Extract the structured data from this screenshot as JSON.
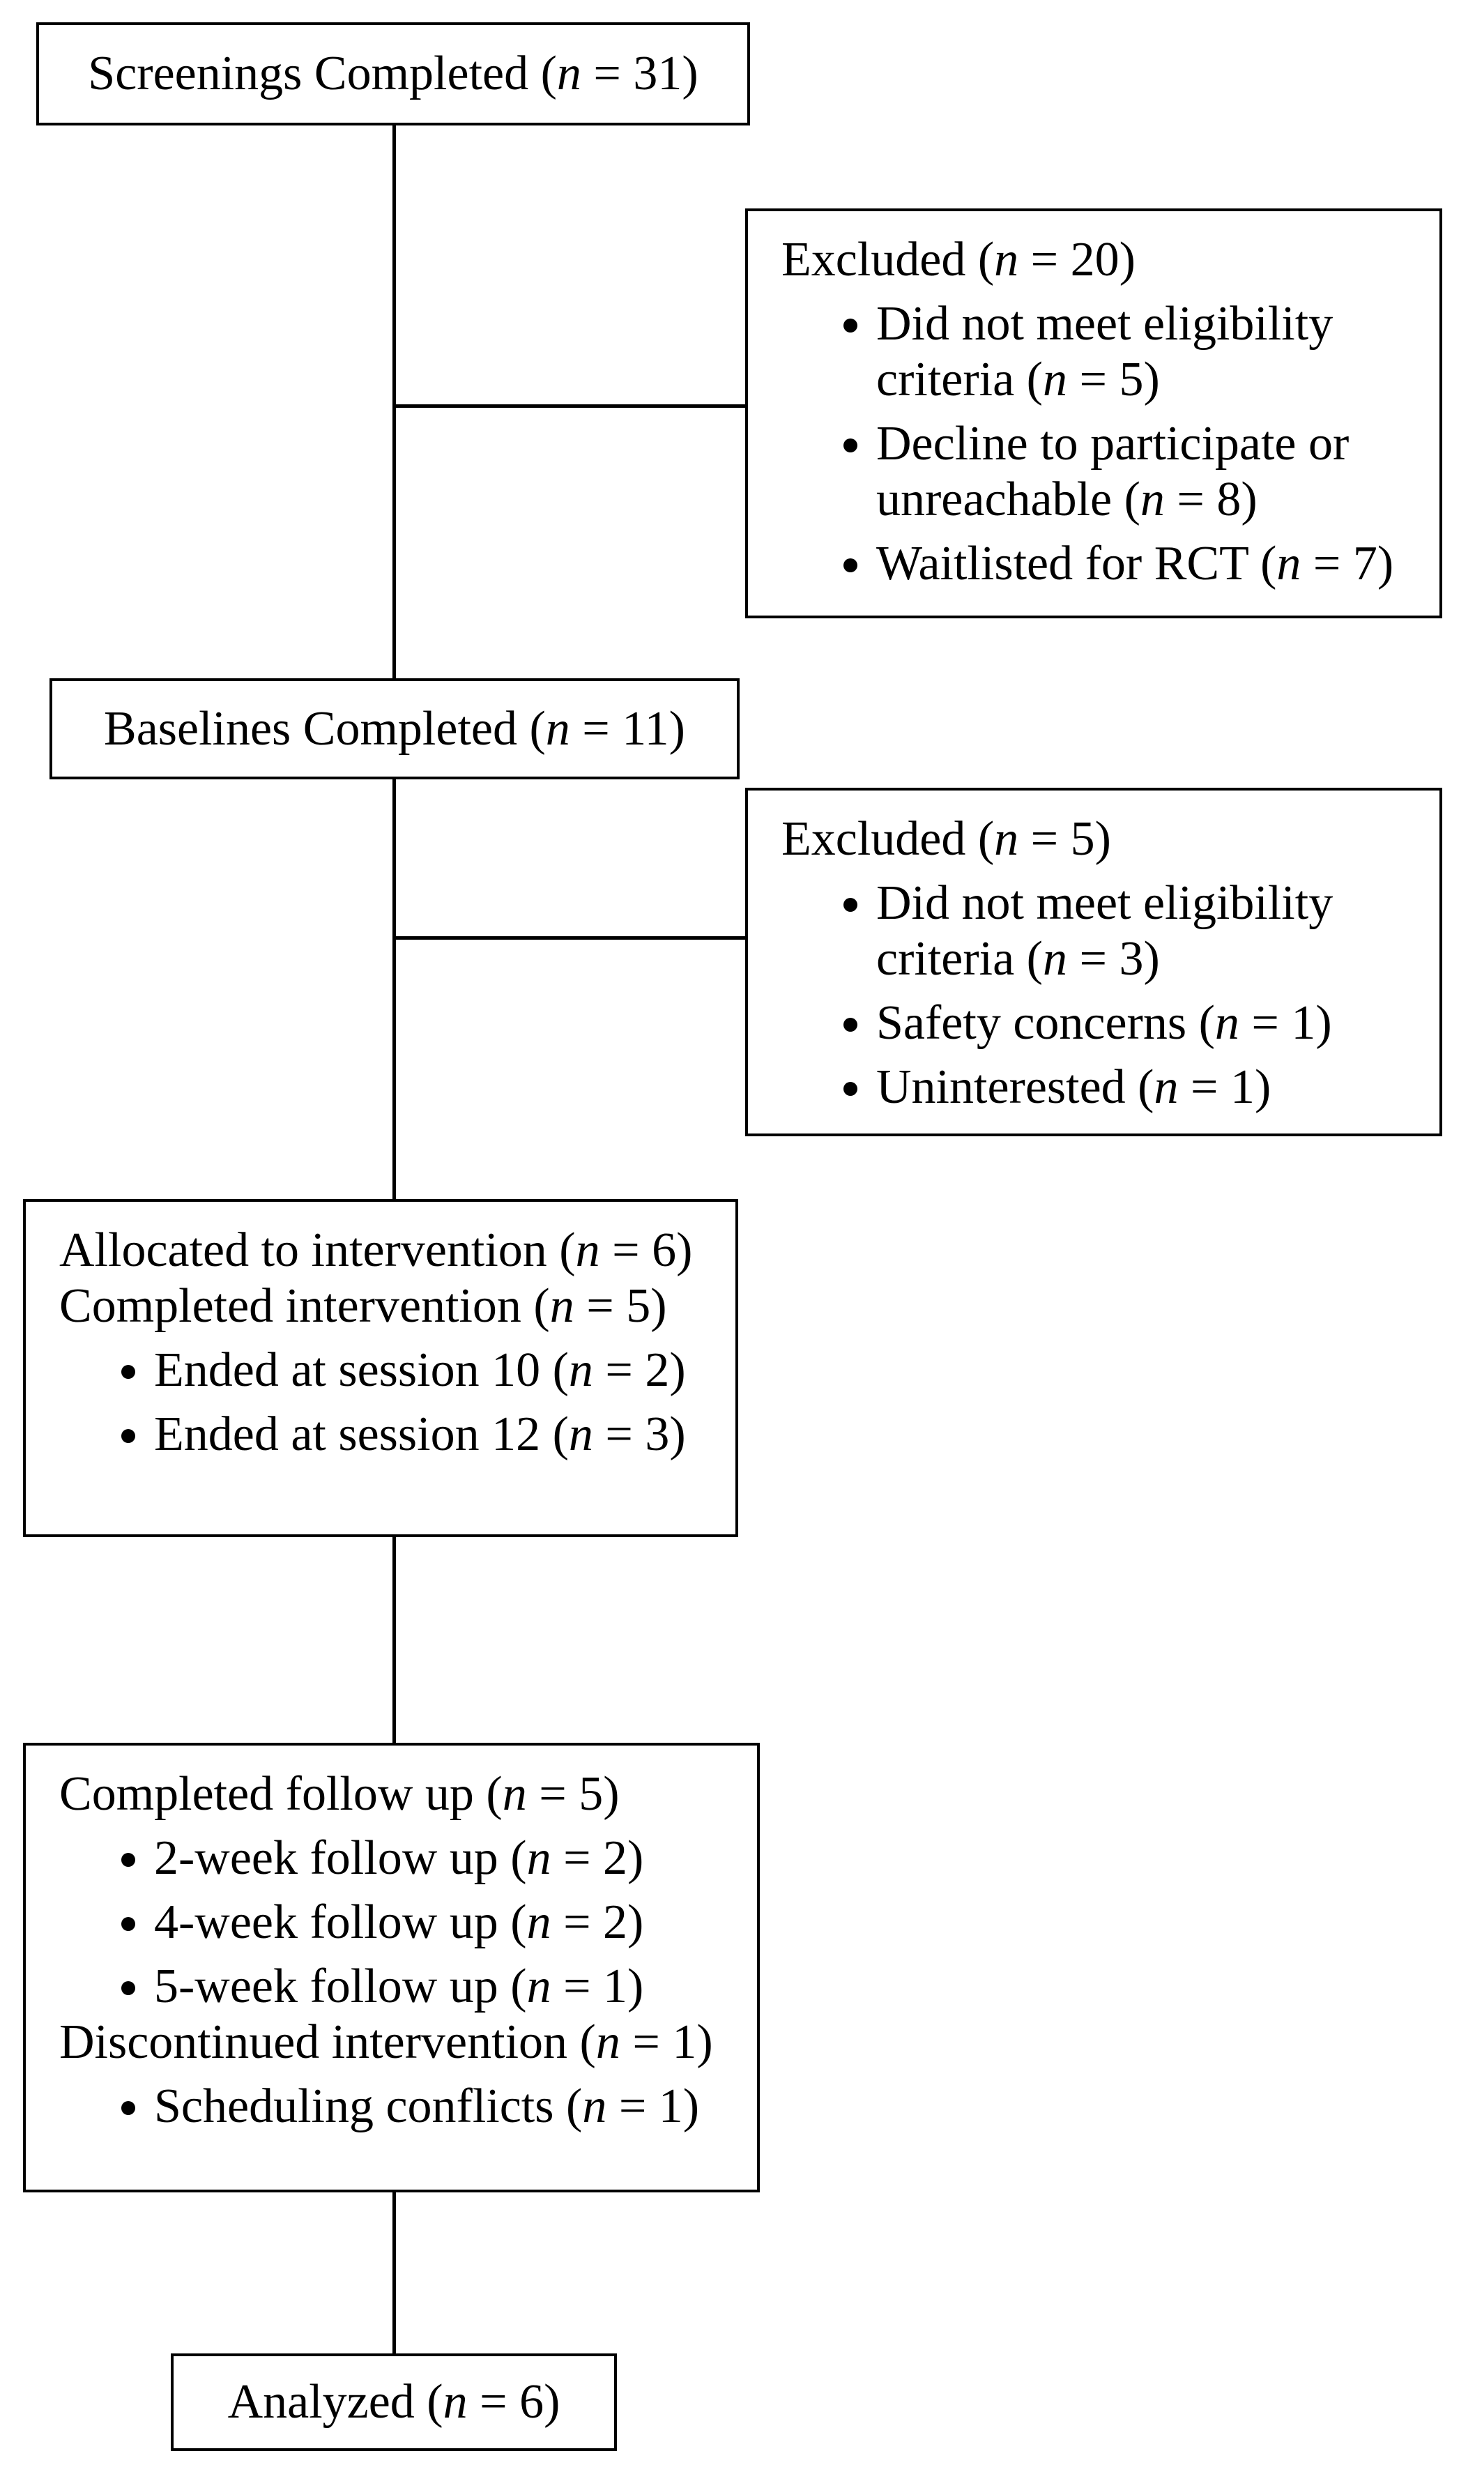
{
  "figure": {
    "type": "participant-flow-diagram",
    "colors": {
      "background": "#ffffff",
      "box_background": "#ffffff",
      "box_border": "#000000",
      "text": "#000000",
      "connector": "#000000"
    },
    "boxes": [
      {
        "id": "screenings-completed",
        "lines": [
          {
            "kind": "heading",
            "text": "Screenings Completed (n = 31)"
          }
        ]
      },
      {
        "id": "excluded-after-screening",
        "lines": [
          {
            "kind": "heading",
            "text": "Excluded (n = 20)"
          },
          {
            "kind": "bullet",
            "text": "Did not meet eligibility criteria (n = 5)"
          },
          {
            "kind": "bullet",
            "text": "Decline to participate or unreachable (n = 8)"
          },
          {
            "kind": "bullet",
            "text": "Waitlisted for RCT (n = 7)"
          }
        ]
      },
      {
        "id": "baselines-completed",
        "lines": [
          {
            "kind": "heading",
            "text": "Baselines Completed (n = 11)"
          }
        ]
      },
      {
        "id": "excluded-after-baseline",
        "lines": [
          {
            "kind": "heading",
            "text": "Excluded (n = 5)"
          },
          {
            "kind": "bullet",
            "text": "Did not meet eligibility criteria (n = 3)"
          },
          {
            "kind": "bullet",
            "text": "Safety concerns (n = 1)"
          },
          {
            "kind": "bullet",
            "text": "Uninterested (n = 1)"
          }
        ]
      },
      {
        "id": "allocation-intervention",
        "lines": [
          {
            "kind": "heading",
            "text": "Allocated to intervention (n = 6)"
          },
          {
            "kind": "heading",
            "text": "Completed intervention (n = 5)"
          },
          {
            "kind": "bullet",
            "text": "Ended at session 10 (n = 2)"
          },
          {
            "kind": "bullet",
            "text": "Ended at session 12 (n = 3)"
          }
        ]
      },
      {
        "id": "follow-up",
        "lines": [
          {
            "kind": "heading",
            "text": "Completed follow up (n = 5)"
          },
          {
            "kind": "bullet",
            "text": "2-week follow up (n = 2)"
          },
          {
            "kind": "bullet",
            "text": "4-week follow up (n = 2)"
          },
          {
            "kind": "bullet",
            "text": "5-week follow up (n = 1)"
          },
          {
            "kind": "heading",
            "text": "Discontinued intervention (n = 1)"
          },
          {
            "kind": "bullet",
            "text": "Scheduling conflicts (n = 1)"
          }
        ]
      },
      {
        "id": "analyzed",
        "lines": [
          {
            "kind": "heading",
            "text": "Analyzed (n = 6)"
          }
        ]
      }
    ]
  }
}
